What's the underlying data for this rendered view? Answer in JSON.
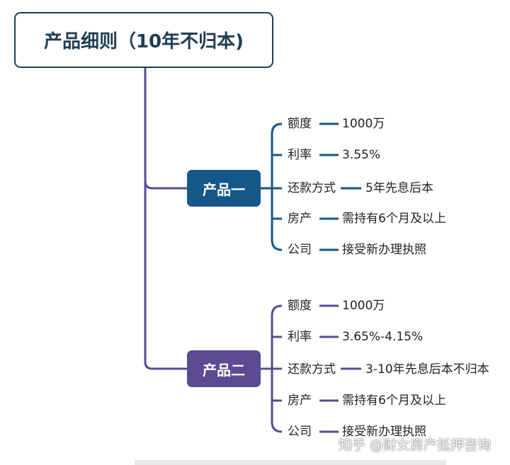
{
  "title": "产品细则（10年不归本)",
  "products": [
    {
      "name": "产品一",
      "color": "#16578a",
      "items": [
        {
          "label": "额度",
          "value": "1000万"
        },
        {
          "label": "利率",
          "value": "3.55%"
        },
        {
          "label": "还款方式",
          "value": "5年先息后本"
        },
        {
          "label": "房产",
          "value": "需持有6个月及以上"
        },
        {
          "label": "公司",
          "value": "接受新办理执照"
        }
      ]
    },
    {
      "name": "产品二",
      "color": "#5a4b93",
      "items": [
        {
          "label": "额度",
          "value": "1000万"
        },
        {
          "label": "利率",
          "value": "3.65%-4.15%"
        },
        {
          "label": "还款方式",
          "value": "3-10年先息后本不归本"
        },
        {
          "label": "房产",
          "value": "需持有6个月及以上"
        },
        {
          "label": "公司",
          "value": "接受新办理执照"
        }
      ]
    }
  ],
  "watermark": "知乎 @财女房产抵押咨询"
}
